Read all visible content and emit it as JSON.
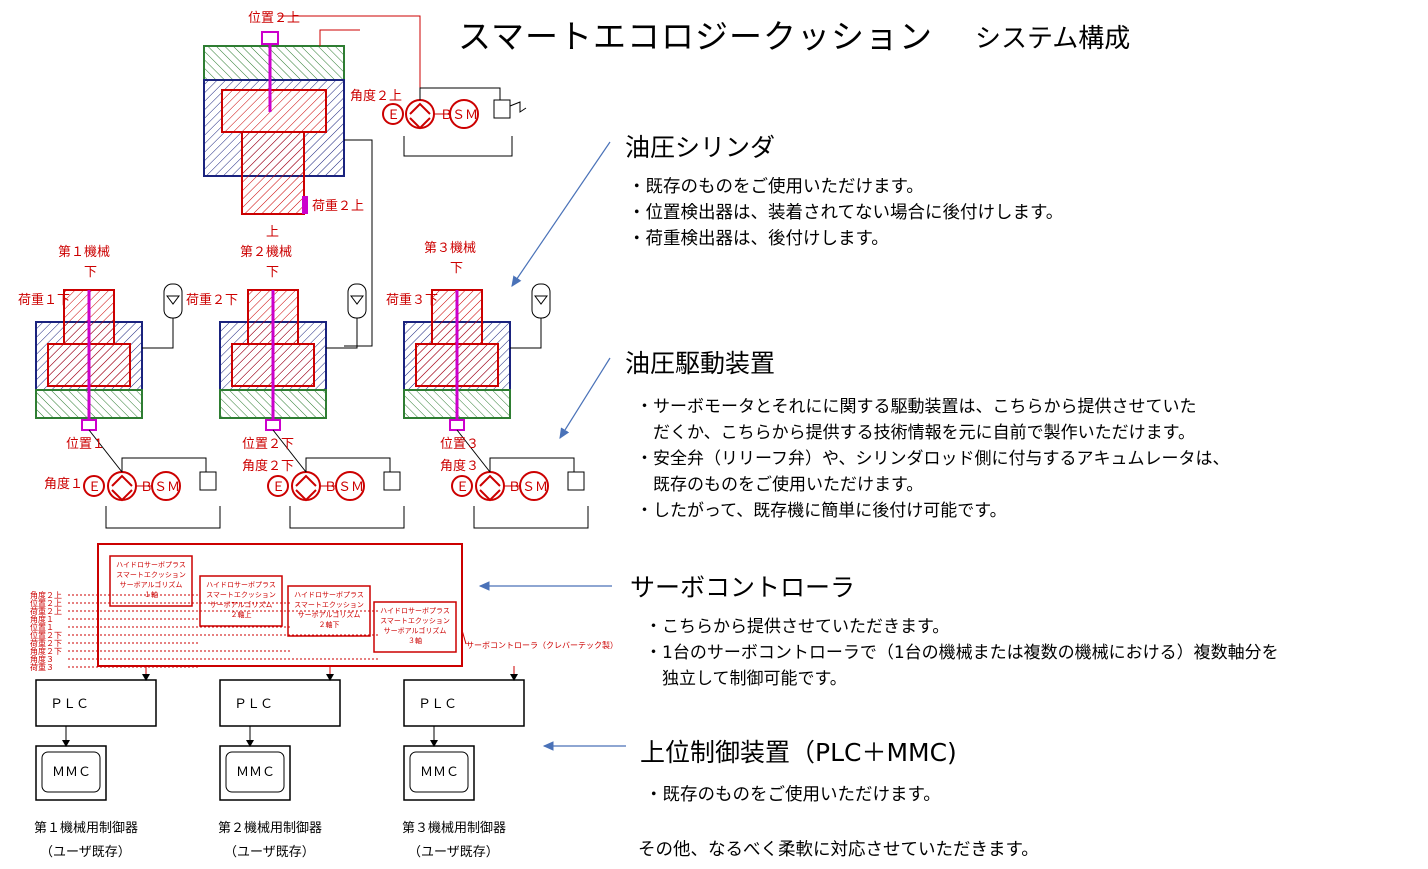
{
  "title": "スマートエコロジークッション",
  "subtitle": "システム構成",
  "sections": [
    {
      "heading": "油圧シリンダ",
      "lines": [
        "・既存のものをご使用いただけます。",
        "・位置検出器は、装着されてない場合に後付けします。",
        "・荷重検出器は、後付けします。"
      ]
    },
    {
      "heading": "油圧駆動装置",
      "lines": [
        "・サーボモータとそれにに関する駆動装置は、こちらから提供させていた",
        "　だくか、こちらから提供する技術情報を元に自前で製作いただけます。",
        "・安全弁（リリーフ弁）や、シリンダロッド側に付与するアキュムレータは、",
        "　既存のものをご使用いただけます。",
        "・したがって、既存機に簡単に後付け可能です。"
      ]
    },
    {
      "heading": "サーボコントローラ",
      "lines": [
        "・こちらから提供させていただきます。",
        "・1台のサーボコントローラで（1台の機械または複数の機械における）複数軸分を",
        "　独立して制御可能です。"
      ]
    },
    {
      "heading": "上位制御装置（PLC＋MMC)",
      "lines": [
        "・既存のものをご使用いただけます。"
      ]
    }
  ],
  "closing": "その他、なるべく柔軟に対応させていただきます。",
  "diagram": {
    "top_labels": {
      "position": "位置２上",
      "angle": "角度２上",
      "load": "荷重２上",
      "up": "上"
    },
    "machines": [
      {
        "name": "第１機械",
        "down": "下",
        "load": "荷重１下",
        "position": "位置１",
        "angle": "角度１",
        "plc": "ＰＬＣ",
        "mmc": "ＭＭＣ",
        "ctrl": "第１機械用制御器",
        "ctrl_note": "（ユーザ既存）"
      },
      {
        "name": "第２機械",
        "down": "下",
        "load": "荷重２下",
        "position": "位置２下",
        "angle": "角度２下",
        "plc": "ＰＬＣ",
        "mmc": "ＭＭＣ",
        "ctrl": "第２機械用制御器",
        "ctrl_note": "（ユーザ既存）"
      },
      {
        "name": "第３機械",
        "down": "下",
        "load": "荷重３下",
        "position": "位置３",
        "angle": "角度３",
        "plc": "ＰＬＣ",
        "mmc": "ＭＭＣ",
        "ctrl": "第３機械用制御器",
        "ctrl_note": "（ユーザ既存）"
      }
    ],
    "pump": {
      "e": "Ｅ",
      "b": "Ｂ",
      "sm": "ＳＭ"
    },
    "controller_modules": [
      {
        "lines": [
          "ハイドロサーボプラス",
          "スマートエクッション",
          "サーボアルゴリズム",
          "１軸"
        ]
      },
      {
        "lines": [
          "ハイドロサーボプラス",
          "スマートエクッション",
          "サーボアルゴリズム",
          "２軸上"
        ]
      },
      {
        "lines": [
          "ハイドロサーボプラス",
          "スマートエクッション",
          "サーボアルゴリズム",
          "２軸下"
        ]
      },
      {
        "lines": [
          "ハイドロサーボプラス",
          "スマートエクッション",
          "サーボアルゴリズム",
          "３軸"
        ]
      }
    ],
    "controller_note": "サーボコントローラ（クレバーテック製）",
    "signal_labels": [
      "角度２上",
      "位置２上",
      "荷重２上",
      "角度１",
      "位置１",
      "位置２下",
      "荷重２下",
      "角度２下",
      "角度３",
      "荷重３"
    ]
  },
  "colors": {
    "red": "#cc0000",
    "blue": "#1a237e",
    "green": "#2e7d32",
    "magenta": "#cc00cc",
    "arrow": "#4a72b8"
  }
}
